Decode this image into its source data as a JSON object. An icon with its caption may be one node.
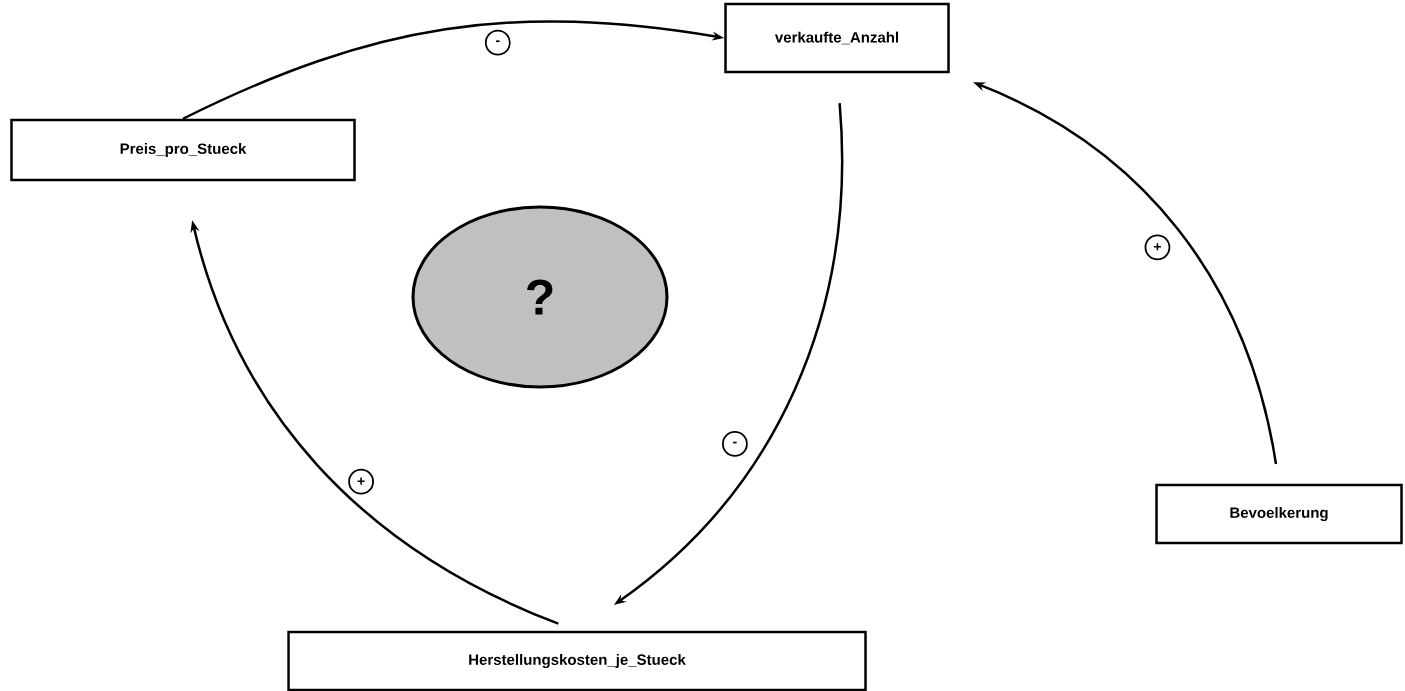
{
  "diagram": {
    "nodes": [
      {
        "text": [
          "verkaufte_Anzahl"
        ]
      },
      {
        "text": [
          "Preis_pro_Stueck"
        ]
      },
      {
        "text": [
          "?"
        ]
      },
      {
        "text": [
          "Bevoelkerung"
        ]
      },
      {
        "text": [
          "Herstellungskosten_je_Stueck"
        ]
      }
    ],
    "edges": [
      {
        "from": 1,
        "to": 0,
        "arrow": "to",
        "label": "-"
      },
      {
        "from": 0,
        "to": 4,
        "arrow": "to",
        "label": "-"
      },
      {
        "from": 4,
        "to": 1,
        "arrow": "to",
        "label": "+"
      },
      {
        "from": 3,
        "to": 0,
        "arrow": "to",
        "label": "+"
      }
    ]
  }
}
